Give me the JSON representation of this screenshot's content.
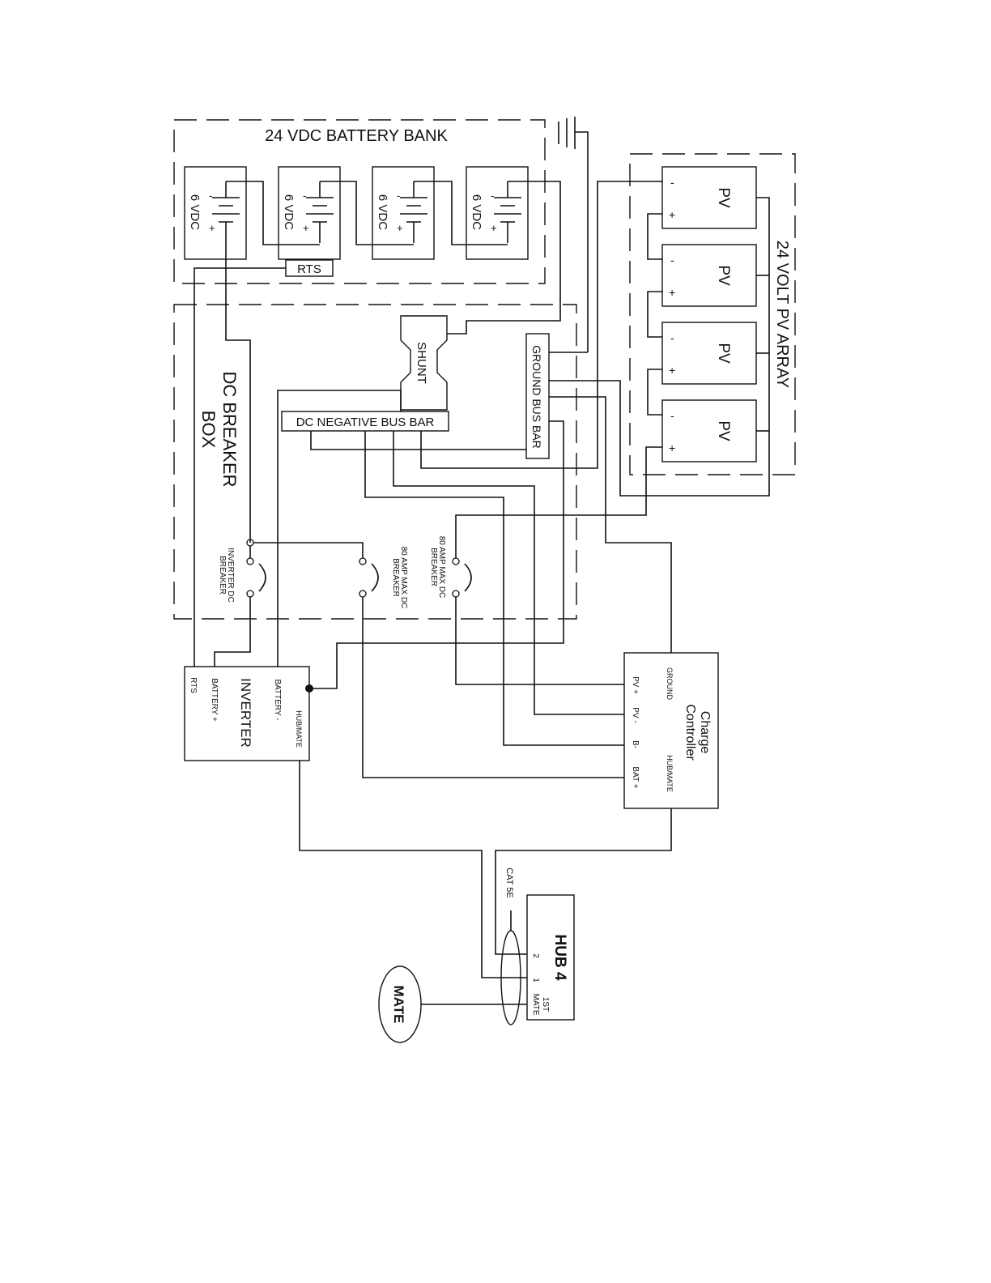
{
  "battery_bank": {
    "title": "24 VDC BATTERY BANK",
    "cells": [
      {
        "label": "6 VDC",
        "neg": "-",
        "pos": "+"
      },
      {
        "label": "6 VDC",
        "neg": "-",
        "pos": "+"
      },
      {
        "label": "6 VDC",
        "neg": "-",
        "pos": "+"
      },
      {
        "label": "6 VDC",
        "neg": "-",
        "pos": "+"
      }
    ],
    "rts": "RTS"
  },
  "pv_array": {
    "title": "24 VOLT PV ARRAY",
    "panels": [
      {
        "label": "PV",
        "neg": "-",
        "pos": "+"
      },
      {
        "label": "PV",
        "neg": "-",
        "pos": "+"
      },
      {
        "label": "PV",
        "neg": "-",
        "pos": "+"
      },
      {
        "label": "PV",
        "neg": "-",
        "pos": "+"
      }
    ]
  },
  "dc_box": {
    "title_line1": "DC BREAKER",
    "title_line2": "BOX",
    "shunt": "SHUNT",
    "ground_bus": "GROUND BUS BAR",
    "neg_bus": "DC NEGATIVE BUS BAR",
    "breakers": [
      {
        "line1": "INVERTER DC",
        "line2": "BREAKER"
      },
      {
        "line1": "80 AMP MAX DC",
        "line2": "BREAKER"
      },
      {
        "line1": "80 AMP MAX DC",
        "line2": "BREAKER"
      }
    ]
  },
  "inverter": {
    "title": "INVERTER",
    "rts": "RTS",
    "battery_pos": "BATTERY +",
    "battery_neg": "BATTERY -",
    "hub_mate": "HUB/MATE"
  },
  "charge_controller": {
    "title_line1": "Charge",
    "title_line2": "Controller",
    "ground": "GROUND",
    "hub_mate": "HUB/MATE",
    "pv_pos": "PV +",
    "pv_neg": "PV -",
    "b_neg": "B-",
    "bat_pos": "BAT +"
  },
  "hub": {
    "title": "HUB 4",
    "port_first": "1ST",
    "port_mate": "MATE",
    "port1": "1",
    "port2": "2",
    "cable": "CAT 5E"
  },
  "mate": {
    "label": "MATE"
  }
}
